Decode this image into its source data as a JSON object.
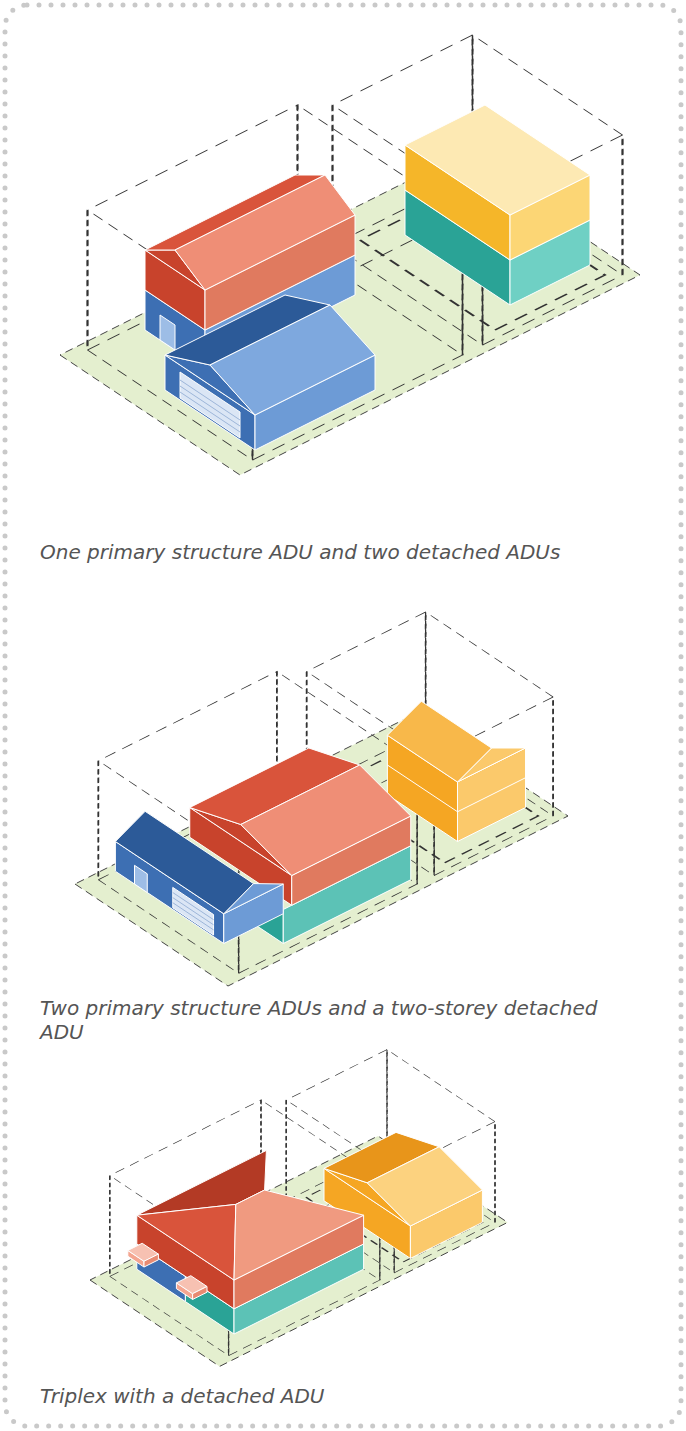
{
  "diagram": {
    "labels": [
      "One primary structure ADU and two detached ADUs",
      "Two primary structure ADUs and a two-storey detached ADU",
      "Triplex with a detached ADU"
    ]
  }
}
